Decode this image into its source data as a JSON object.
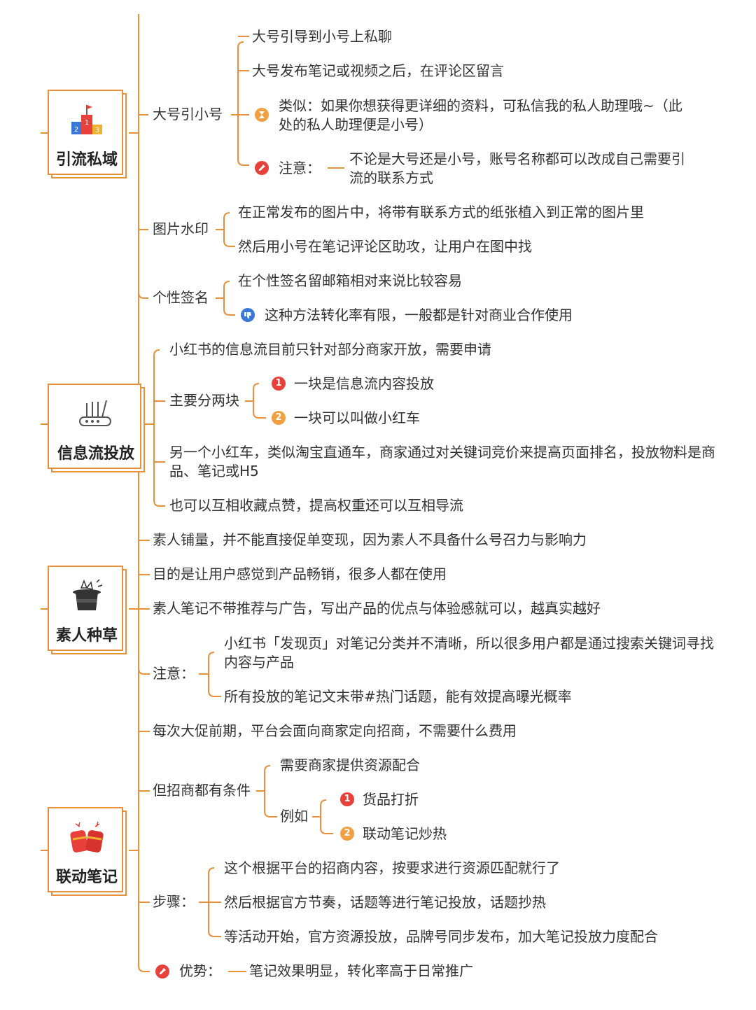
{
  "sections": [
    {
      "title": "引流私域",
      "icon": "podium-icon",
      "branches": [
        {
          "label": "大号引小号",
          "items": [
            "大号引导到小号上私聊",
            "大号发布笔记或视频之后，在评论区留言",
            "类似：如果你想获得更详细的资料，可私信我的私人助理哦~（此处的私人助理便是小号）",
            {
              "label": "注意：",
              "note": "不论是大号还是小号，账号名称都可以改成自己需要引流的联系方式"
            }
          ]
        },
        {
          "label": "图片水印",
          "items": [
            "在正常发布的图片中，将带有联系方式的纸张植入到正常的图片里",
            "然后用小号在笔记评论区助攻，让用户在图中找"
          ]
        },
        {
          "label": "个性签名",
          "items": [
            "在个性签名留邮箱相对来说比较容易",
            "这种方法转化率有限，一般都是针对商业合作使用"
          ]
        }
      ]
    },
    {
      "title": "信息流投放",
      "icon": "router-icon",
      "branches": [
        {
          "label": "小红书的信息流目前只针对部分商家开放，需要申请"
        },
        {
          "label": "主要分两块",
          "items": [
            "一块是信息流内容投放",
            "一块可以叫做小红车"
          ]
        },
        {
          "label": "另一个小红车，类似淘宝直通车，商家通过对关键词竞价来提高页面排名，投放物料是商品、笔记或H5"
        },
        {
          "label": "也可以互相收藏点赞，提高权重还可以互相导流"
        }
      ]
    },
    {
      "title": "素人种草",
      "icon": "magic-hat-icon",
      "branches": [
        {
          "label": "素人铺量，并不能直接促单变现，因为素人不具备什么号召力与影响力"
        },
        {
          "label": "目的是让用户感觉到产品畅销，很多人都在使用"
        },
        {
          "label": "素人笔记不带推荐与广告，写出产品的优点与体验感就可以，越真实越好"
        },
        {
          "label": "注意：",
          "items": [
            "小红书「发现页」对笔记分类并不清晰，所以很多用户都是通过搜索关键词寻找内容与产品",
            "所有投放的笔记文末带#热门话题，能有效提高曝光概率"
          ]
        }
      ]
    },
    {
      "title": "联动笔记",
      "icon": "firecracker-icon",
      "branches": [
        {
          "label": "每次大促前期，平台会面向商家定向招商，不需要什么费用"
        },
        {
          "label": "但招商都有条件",
          "items": [
            "需要商家提供资源配合",
            {
              "label": "例如",
              "items": [
                "货品打折",
                "联动笔记炒热"
              ]
            }
          ]
        },
        {
          "label": "步骤：",
          "items": [
            "这个根据平台的招商内容，按要求进行资源匹配就行了",
            "然后根据官方节奏，话题等进行笔记投放，话题抄热",
            "等活动开始，官方资源投放，品牌号同步发布，加大笔记投放力度配合"
          ]
        },
        {
          "label": "优势：",
          "note": "笔记效果明显，转化率高于日常推广"
        }
      ]
    }
  ],
  "markers": {
    "one": "1",
    "two": "2",
    "podium": [
      "1",
      "2",
      "3"
    ]
  },
  "colors": {
    "line": "#e8913a",
    "marker_red": "#e8403a",
    "marker_orange": "#f0a040",
    "marker_blue": "#3a78d8"
  }
}
